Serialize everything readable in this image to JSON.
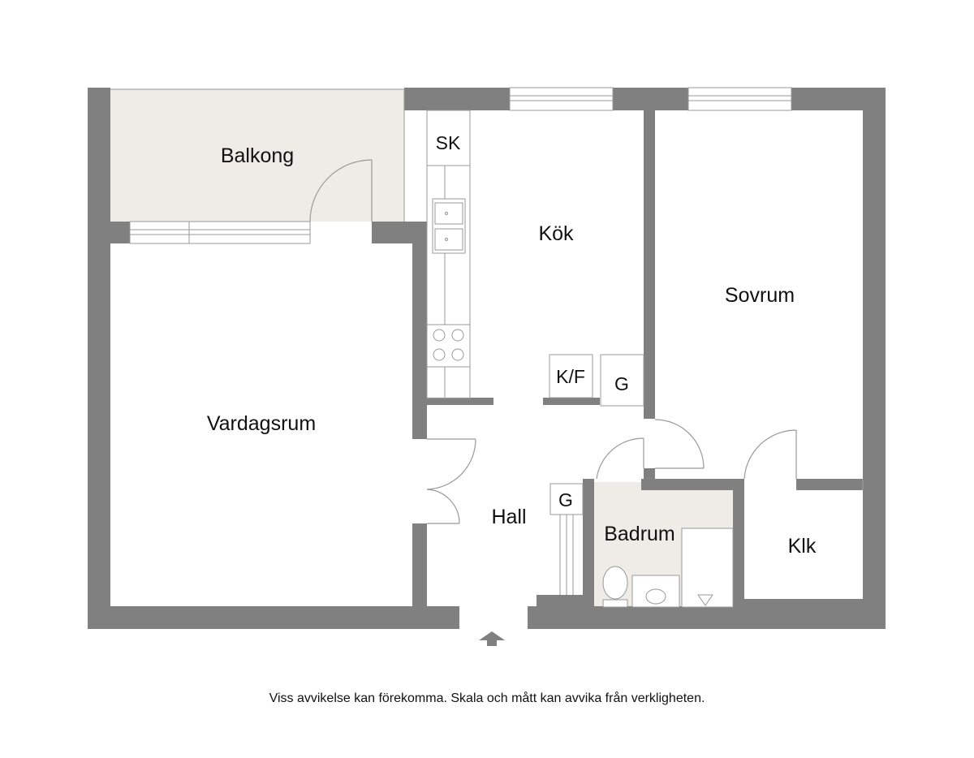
{
  "floorplan": {
    "rooms": {
      "balkong": "Balkong",
      "kok": "Kök",
      "sovrum": "Sovrum",
      "vardagsrum": "Vardagsrum",
      "hall": "Hall",
      "badrum": "Badrum",
      "klk": "Klk"
    },
    "fixtures": {
      "sk": "SK",
      "kf": "K/F",
      "g_kitchen": "G",
      "g_hall": "G"
    },
    "colors": {
      "wall": "#808080",
      "balcony_fill": "#efece8",
      "bathroom_fill": "#efece8",
      "line": "#999999"
    }
  },
  "footer": {
    "disclaimer": "Viss avvikelse kan förekomma. Skala och mått kan avvika från verkligheten."
  }
}
